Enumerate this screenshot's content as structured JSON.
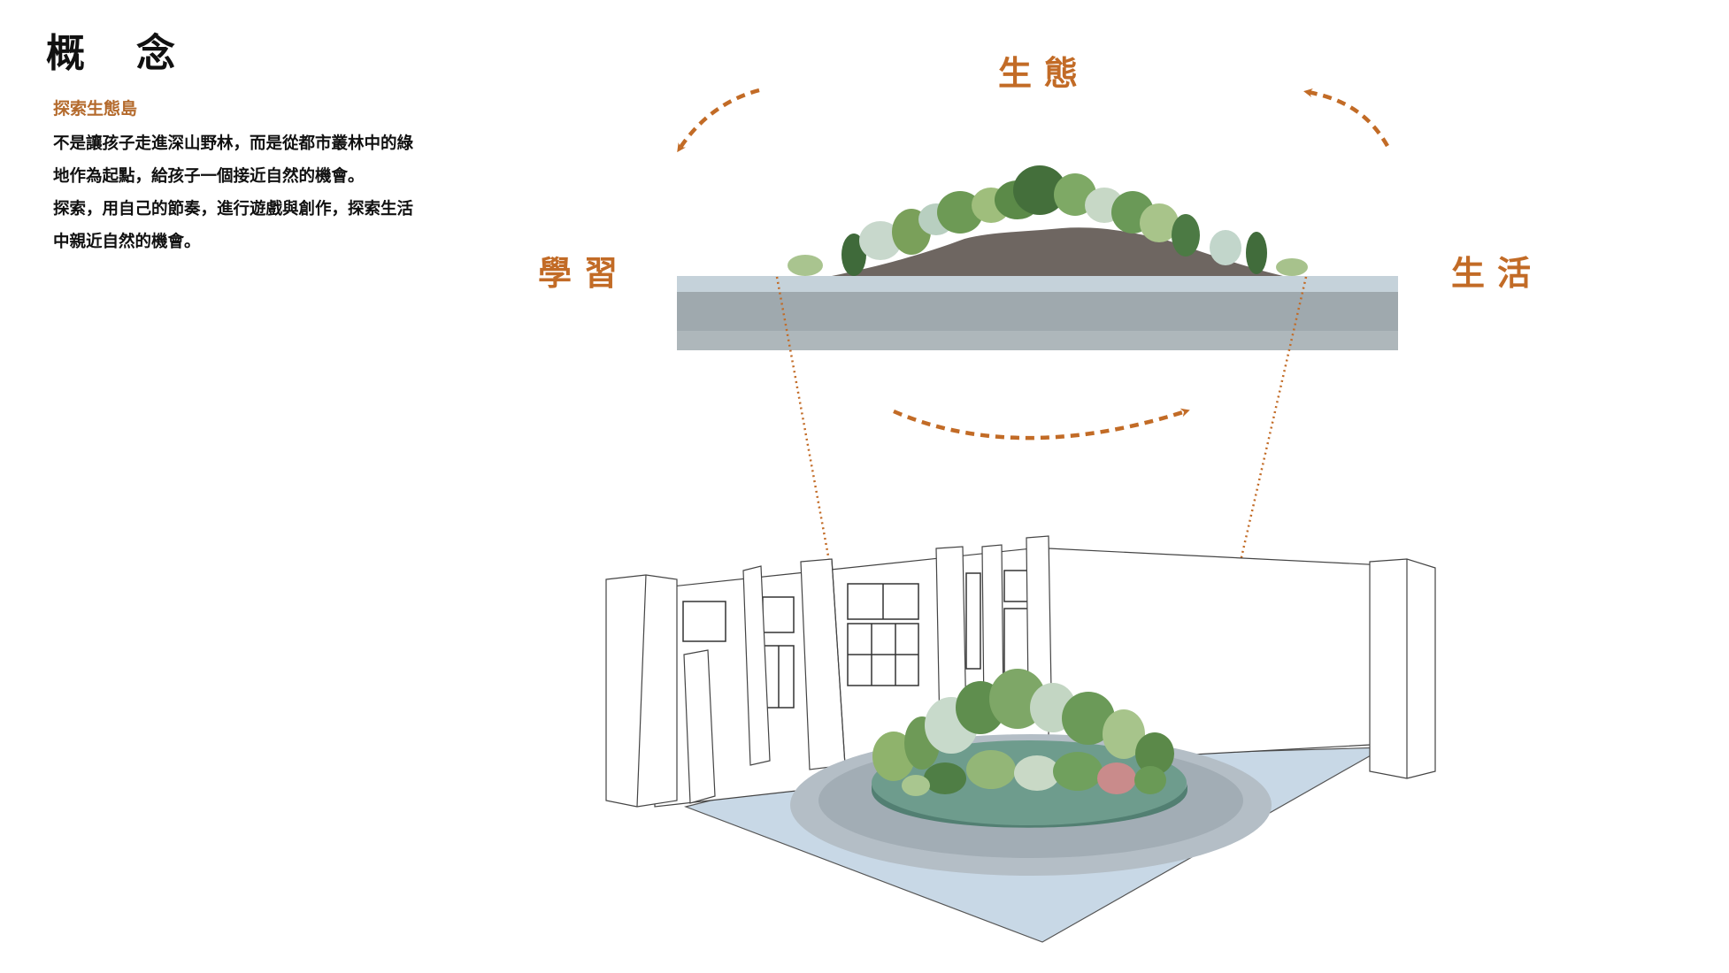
{
  "page": {
    "title": "概念"
  },
  "intro": {
    "heading": "探索生態島",
    "paragraph_1": "不是讓孩子走進深山野林，而是從都市叢林中的綠地作為起點，給孩子一個接近自然的機會。",
    "paragraph_2": "探索，用自己的節奏，進行遊戲與創作，探索生活中親近自然的機會。"
  },
  "concepts": {
    "ecology": "生態",
    "learning": "學習",
    "living": "生活"
  },
  "colors": {
    "accent": "#c26b26",
    "heading": "#b46a2c",
    "soil": "#6e6661",
    "floor": "#c8d8e6",
    "island_base": "#6e9c8d"
  },
  "icons": {
    "cycle_arrows": "dashed-curved-arrow",
    "projection_lines": "dotted-line"
  }
}
